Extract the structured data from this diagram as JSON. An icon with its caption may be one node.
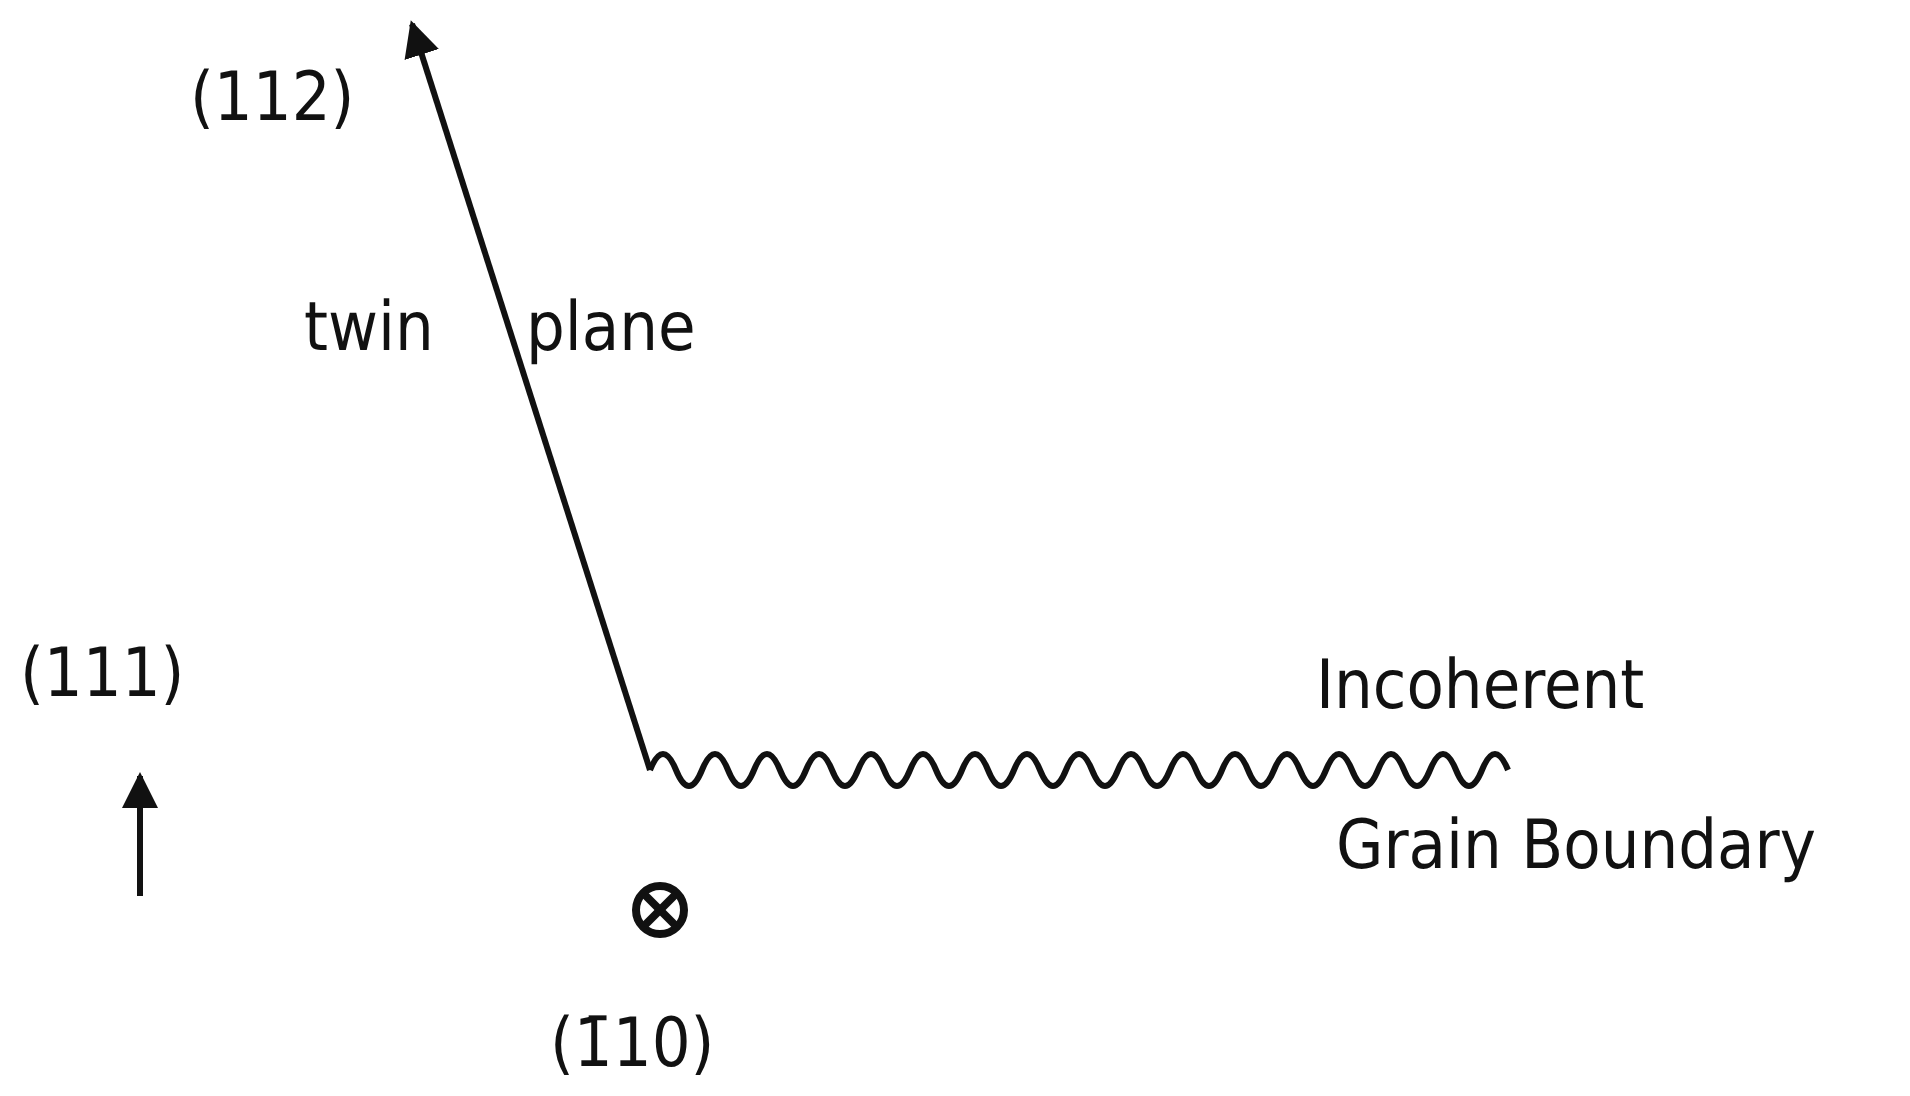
{
  "diagram": {
    "labels": [
      "(112)",
      "twin",
      "plane",
      "(111)",
      "Incoherent",
      "Grain Boundary",
      "(1̄10)"
    ]
  }
}
